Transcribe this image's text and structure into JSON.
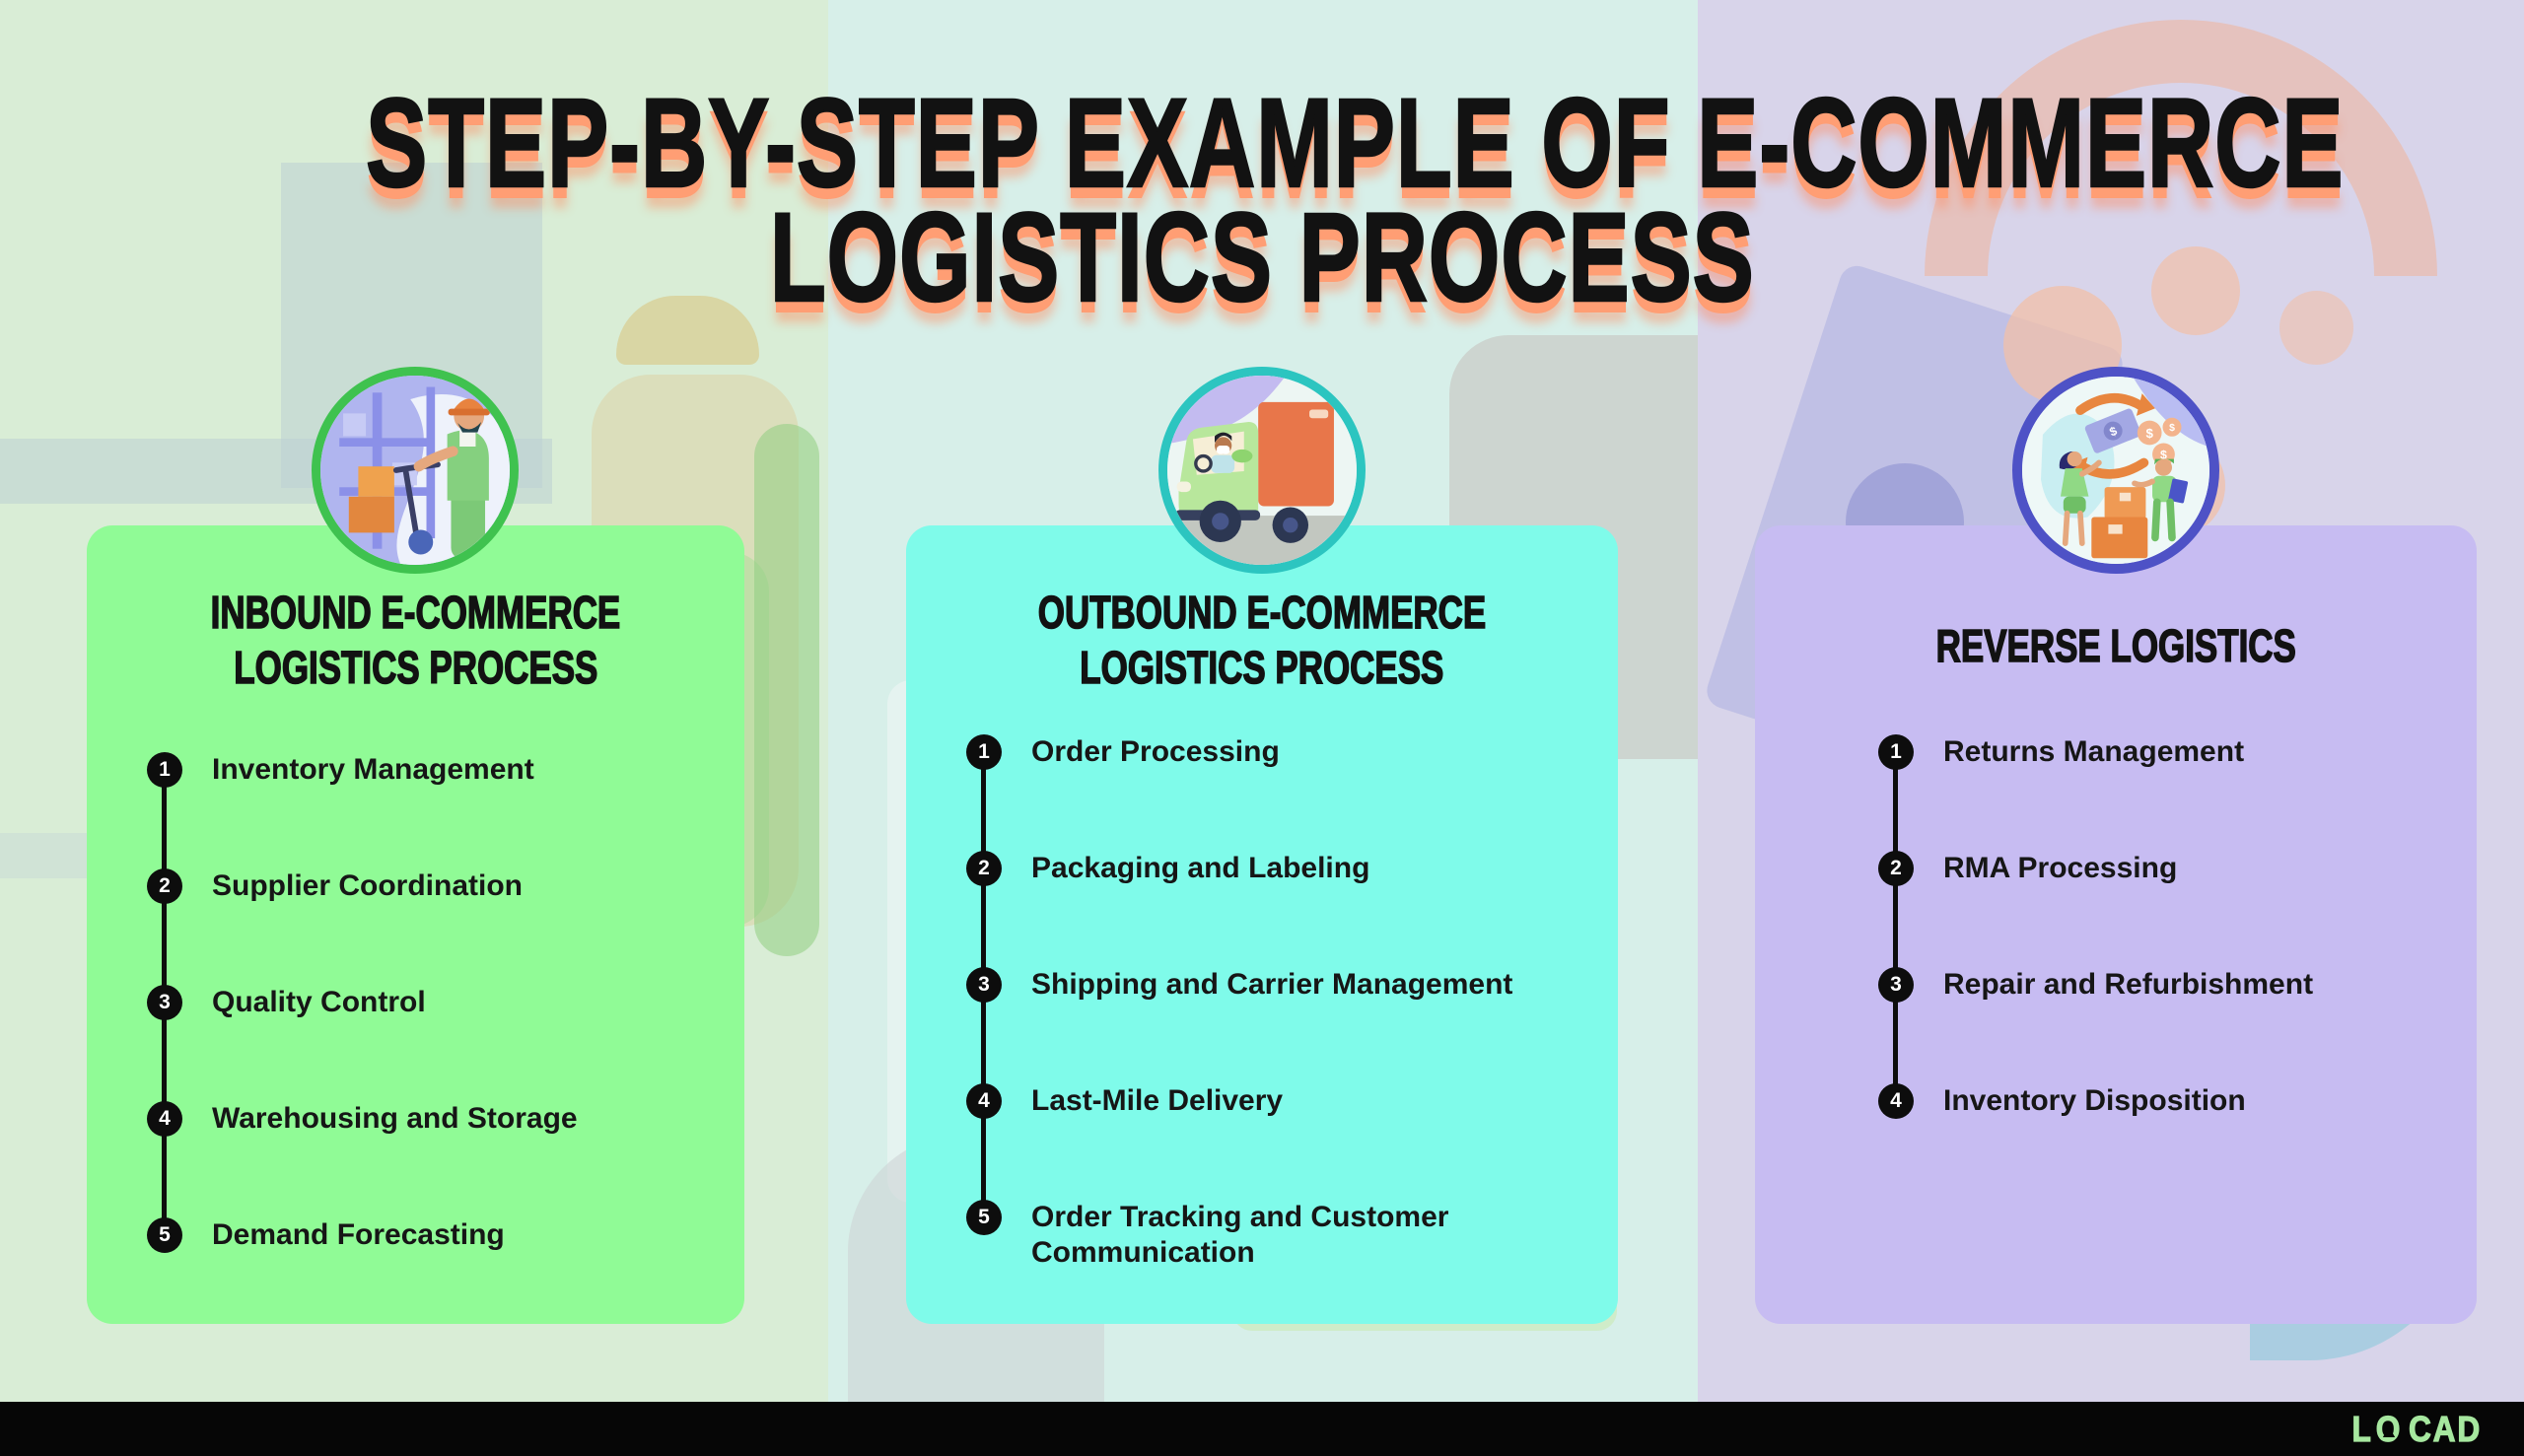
{
  "title": {
    "line1": "STEP-BY-STEP EXAMPLE OF E-COMMERCE",
    "line2": "LOGISTICS PROCESS"
  },
  "colors": {
    "title_text": "#121212",
    "title_shadow": "#ff9e74",
    "card_green": "#90fb96",
    "card_cyan": "#7ffbea",
    "card_purple": "#c7bcf2",
    "ring_green": "#3fc24f",
    "ring_teal": "#2cc5c0",
    "ring_indigo": "#4e52c6",
    "step_badge": "#0d0d0d",
    "footer_bar": "#060606",
    "logo_green": "#a6e79f"
  },
  "columns": [
    {
      "header_line1": "INBOUND E-COMMERCE",
      "header_line2": "LOGISTICS PROCESS",
      "icon": "warehouse-worker-icon",
      "steps": [
        {
          "num": "1",
          "label": "Inventory Management"
        },
        {
          "num": "2",
          "label": "Supplier Coordination"
        },
        {
          "num": "3",
          "label": "Quality Control"
        },
        {
          "num": "4",
          "label": "Warehousing and Storage"
        },
        {
          "num": "5",
          "label": "Demand Forecasting"
        }
      ]
    },
    {
      "header_line1": "OUTBOUND E-COMMERCE",
      "header_line2": "LOGISTICS PROCESS",
      "icon": "delivery-truck-icon",
      "steps": [
        {
          "num": "1",
          "label": "Order Processing"
        },
        {
          "num": "2",
          "label": "Packaging and Labeling"
        },
        {
          "num": "3",
          "label": "Shipping and Carrier Management"
        },
        {
          "num": "4",
          "label": "Last-Mile Delivery"
        },
        {
          "num": "5",
          "label": "Order Tracking and Customer Communication"
        }
      ]
    },
    {
      "header_line1": "REVERSE LOGISTICS",
      "icon": "returns-exchange-icon",
      "steps": [
        {
          "num": "1",
          "label": "Returns Management"
        },
        {
          "num": "2",
          "label": "RMA Processing"
        },
        {
          "num": "3",
          "label": "Repair and Refurbishment"
        },
        {
          "num": "4",
          "label": "Inventory Disposition"
        }
      ]
    }
  ],
  "footer": {
    "logo": "LOCAD",
    "logo_l": "L",
    "logo_o": "O",
    "logo_rest": "CAD"
  }
}
